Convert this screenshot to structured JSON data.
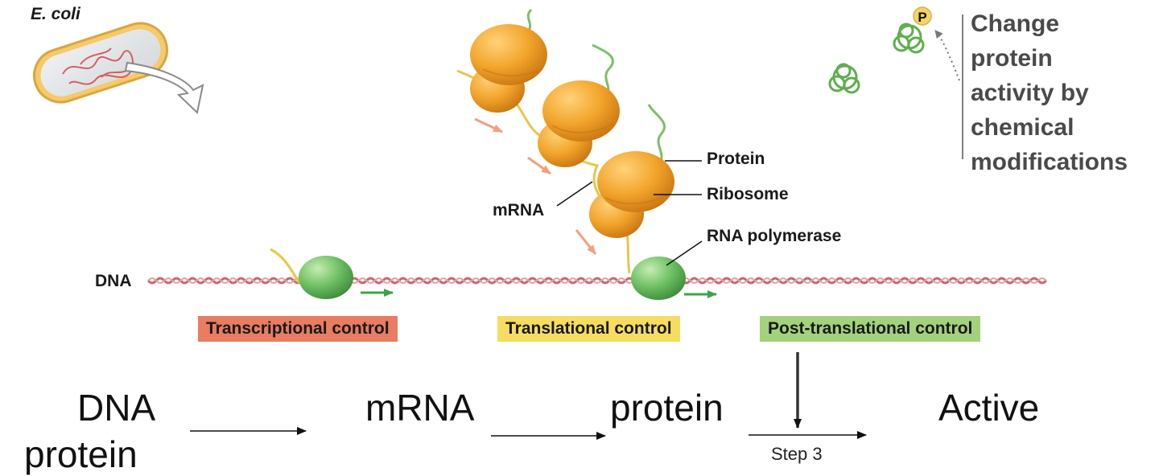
{
  "organism_label": "E. coli",
  "labels": {
    "protein": "Protein",
    "ribosome": "Ribosome",
    "rna_polymerase": "RNA polymerase",
    "mrna": "mRNA",
    "dna": "DNA"
  },
  "phospho_badge": "P",
  "side_note": [
    "Change",
    "protein",
    "activity by",
    "chemical",
    "modifications"
  ],
  "controls": [
    {
      "label": "Transcriptional control",
      "color": "#e97c62"
    },
    {
      "label": "Translational control",
      "color": "#f6dd62"
    },
    {
      "label": "Post-translational control",
      "color": "#a4d27c"
    }
  ],
  "flow": {
    "dna": "DNA",
    "dna_sub": "protein",
    "mrna": "mRNA",
    "protein": "protein",
    "active": "Active",
    "step": "Step 3"
  },
  "colors": {
    "dna": "#c9676b",
    "ribosome": "#f2a52b",
    "polymerase": "#6cbf62",
    "protein_chain": "#7cbf6a",
    "arrow_pink": "#f0a07e",
    "arrow_green": "#3fa24a"
  }
}
